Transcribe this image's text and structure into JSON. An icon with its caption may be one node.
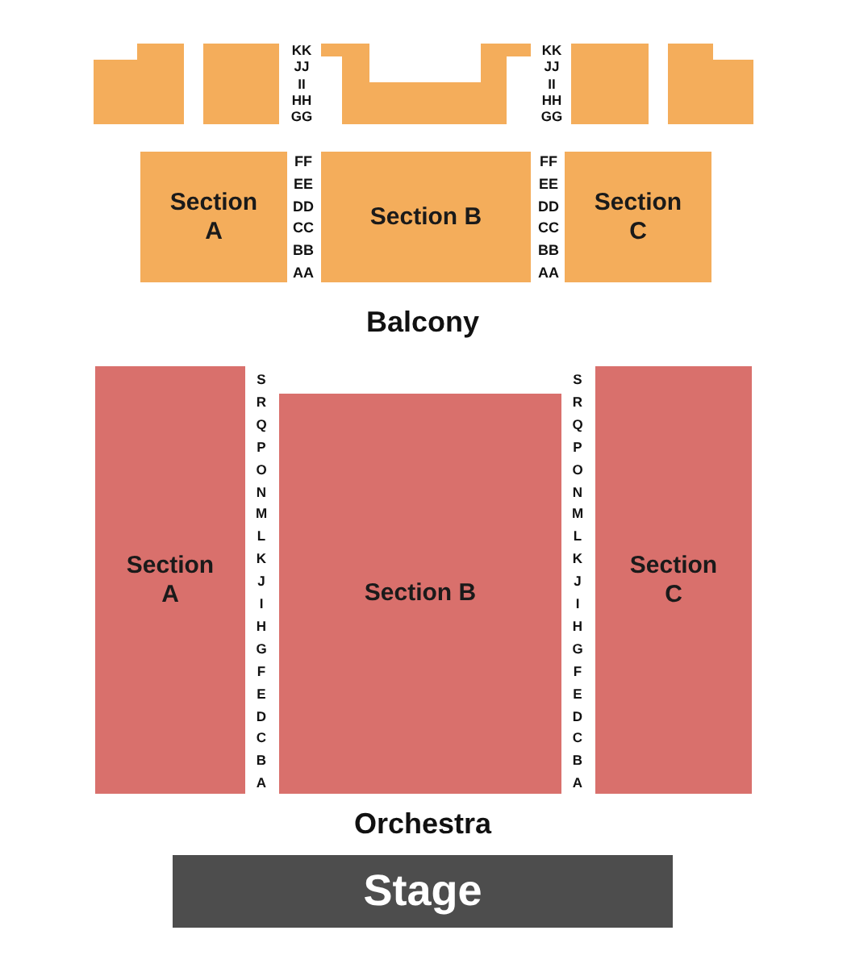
{
  "diagram": {
    "nodes": [
      {
        "text": [],
        "shape": "box"
      },
      {
        "text": [],
        "shape": "box"
      },
      {
        "text": [],
        "shape": "box"
      },
      {
        "text": [],
        "shape": "box"
      },
      {
        "text": [],
        "shape": "box"
      },
      {
        "text": [
          "Section A"
        ]
      },
      {
        "text": [
          "Section B"
        ]
      },
      {
        "text": [
          "Section C"
        ]
      },
      {
        "text": [
          "Section A"
        ]
      },
      {
        "text": [
          "Section B"
        ]
      },
      {
        "text": [
          "Section C"
        ]
      },
      {
        "text": [
          "Stage"
        ]
      }
    ],
    "edges": [],
    "labels": [
      "KK",
      "JJ",
      "II",
      "HH",
      "GG",
      "KK",
      "JJ",
      "II",
      "HH",
      "GG",
      "FF",
      "EE",
      "DD",
      "CC",
      "BB",
      "AA",
      "FF",
      "EE",
      "DD",
      "CC",
      "BB",
      "AA",
      "Balcony",
      "S",
      "R",
      "Q",
      "P",
      "O",
      "N",
      "M",
      "L",
      "K",
      "J",
      "I",
      "H",
      "G",
      "F",
      "E",
      "D",
      "C",
      "B",
      "A",
      "S",
      "R",
      "Q",
      "P",
      "O",
      "N",
      "M",
      "L",
      "K",
      "J",
      "I",
      "H",
      "G",
      "F",
      "E",
      "D",
      "C",
      "B",
      "A",
      "Orchestra"
    ]
  }
}
